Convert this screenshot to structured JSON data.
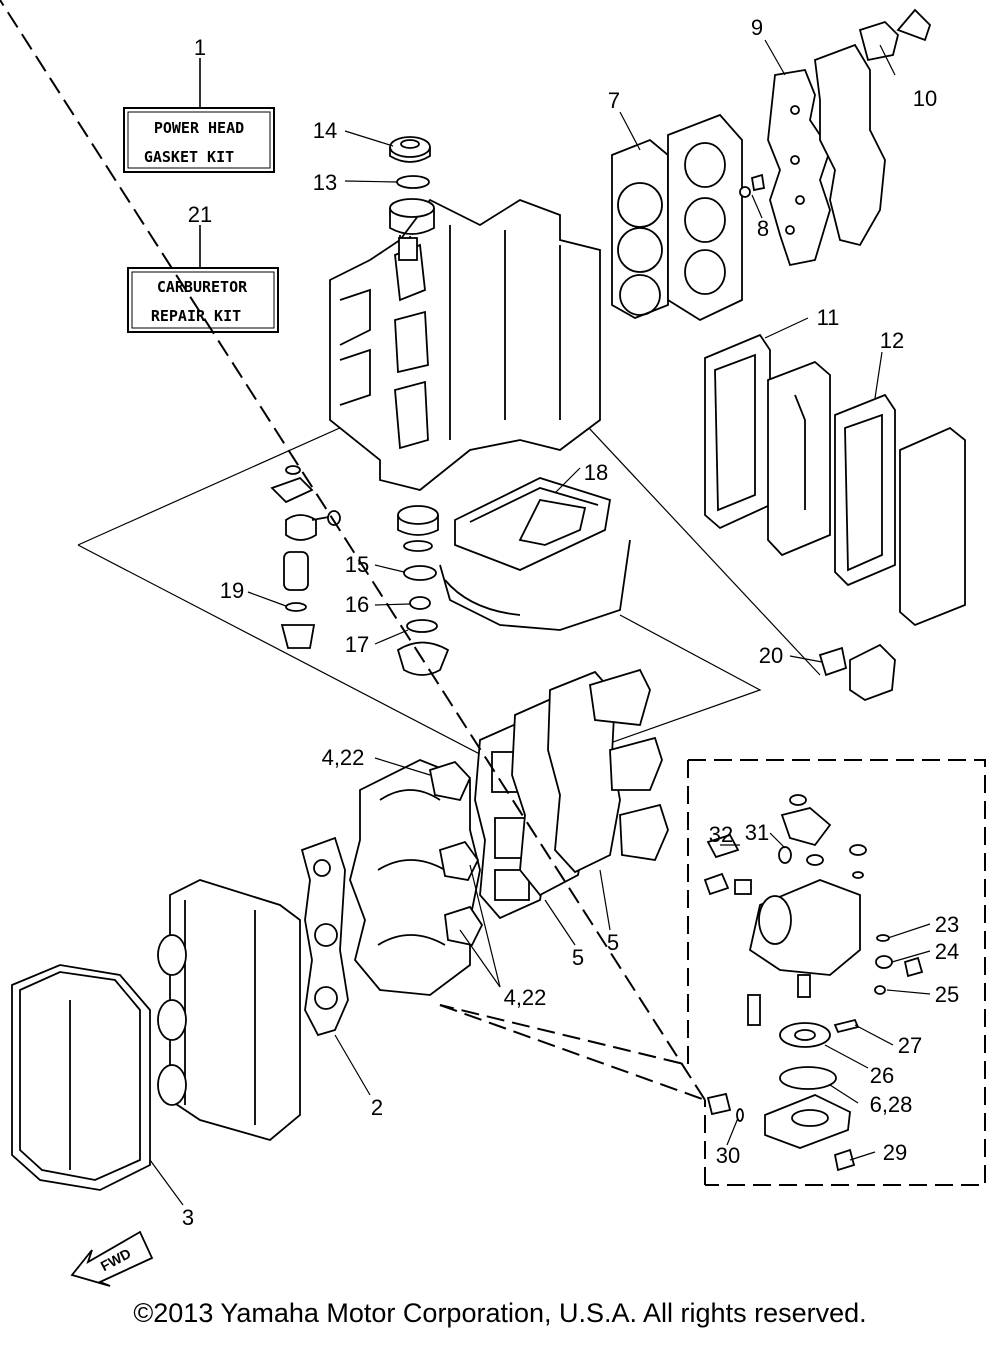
{
  "kits": [
    {
      "number": "1",
      "line1": "POWER HEAD",
      "line2": "GASKET KIT"
    },
    {
      "number": "21",
      "line1": "CARBURETOR",
      "line2": "REPAIR KIT"
    }
  ],
  "callouts": {
    "c2": "2",
    "c3": "3",
    "c4a": "4,22",
    "c4b": "4,22",
    "c5a": "5",
    "c5b": "5",
    "c6": "6,28",
    "c7": "7",
    "c8": "8",
    "c9": "9",
    "c10": "10",
    "c11": "11",
    "c12": "12",
    "c13": "13",
    "c14": "14",
    "c15": "15",
    "c16": "16",
    "c17": "17",
    "c18": "18",
    "c19": "19",
    "c20": "20",
    "c23": "23",
    "c24": "24",
    "c25": "25",
    "c26": "26",
    "c27": "27",
    "c29": "29",
    "c30": "30",
    "c31": "31",
    "c32": "32"
  },
  "fwd_label": "FWD",
  "copyright": "©2013 Yamaha Motor Corporation, U.S.A. All rights reserved."
}
